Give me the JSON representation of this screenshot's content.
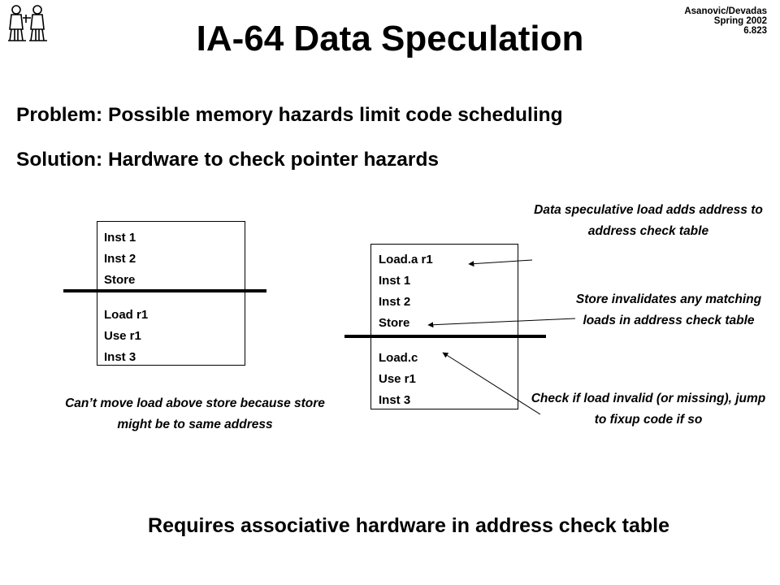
{
  "header": {
    "institution_lines": [
      "Asanovic/Devadas",
      "Spring 2002",
      "6.823"
    ],
    "title": "IA-64 Data Speculation"
  },
  "bullets": {
    "problem": "Problem: Possible memory hazards limit code scheduling",
    "solution": "Solution: Hardware to check pointer hazards"
  },
  "left_example": {
    "above_line": [
      "Inst 1",
      "Inst 2",
      "Store"
    ],
    "below_line": [
      "Load r1",
      "Use r1",
      "Inst 3"
    ],
    "caption": "Can’t move load above store because store might be to same address"
  },
  "right_example": {
    "above_line": [
      "Load.a r1",
      "Inst 1",
      "Inst 2",
      "Store"
    ],
    "below_line": [
      "Load.c",
      "Use r1",
      "Inst 3"
    ]
  },
  "annotations": {
    "speculative_load": "Data speculative load adds address to address check table",
    "store_invalidate": "Store invalidates any matching loads in address check table",
    "check_load": "Check if load invalid (or missing), jump to fixup code if so"
  },
  "footer": "Requires associative hardware in address check table"
}
